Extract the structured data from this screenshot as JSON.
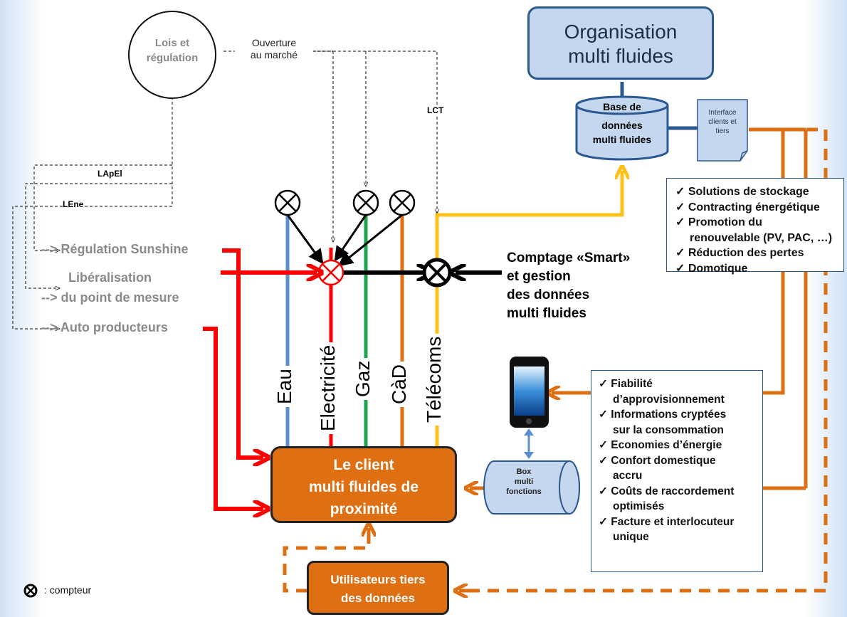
{
  "lois": {
    "line1": "Lois et",
    "line2": "régulation"
  },
  "ouverture": {
    "line1": "Ouverture",
    "line2": "au marché"
  },
  "lct": "LCT",
  "lapel": "LApEl",
  "lene": "LEne",
  "left_items": {
    "regulation": "--> Régulation Sunshine",
    "lib1": "Libéralisation",
    "lib2": "--> du point de mesure",
    "auto": "--> Auto producteurs"
  },
  "organisation": {
    "line1": "Organisation",
    "line2": "multi fluides"
  },
  "database": {
    "line1": "Base de",
    "line2": "données",
    "line3": "multi fluides"
  },
  "interface": {
    "line1": "Interface",
    "line2": "clients et",
    "line3": "tiers"
  },
  "services": [
    "✓ Solutions de stockage",
    "✓ Contracting énergétique",
    "✓  Promotion du",
    "renouvelable (PV, PAC, …)",
    "✓ Réduction des pertes",
    "✓ Domotique"
  ],
  "comptage": {
    "line1": "Comptage «Smart»",
    "line2": "et gestion",
    "line3": "des données",
    "line4": "multi fluides"
  },
  "fluids": {
    "eau": "Eau",
    "elec": "Electricité",
    "gaz": "Gaz",
    "cad": "CàD",
    "telecoms": "Télécoms"
  },
  "benefits": [
    "✓ Fiabilité",
    "d’approvisionnement",
    "✓ Informations cryptées",
    "sur la consommation",
    "✓ Economies d’énergie",
    "✓ Confort domestique",
    "accru",
    "✓ Coûts de raccordement",
    "optimisés",
    "✓ Facture et interlocuteur",
    "unique"
  ],
  "client": {
    "line1": "Le client",
    "line2": "multi fluides de",
    "line3": "proximité"
  },
  "box": {
    "line1": "Box",
    "line2": "multi",
    "line3": "fonctions"
  },
  "tiers": {
    "line1": "Utilisateurs tiers",
    "line2": "des données"
  },
  "legend": {
    "symbol": "⊗",
    "text": ": compteur"
  },
  "colors": {
    "eau": "#5b8fd0",
    "electricite": "#ff0000",
    "gaz": "#1aa64a",
    "cad": "#df6f13",
    "telecoms": "#fcc21b",
    "black": "#000000"
  }
}
